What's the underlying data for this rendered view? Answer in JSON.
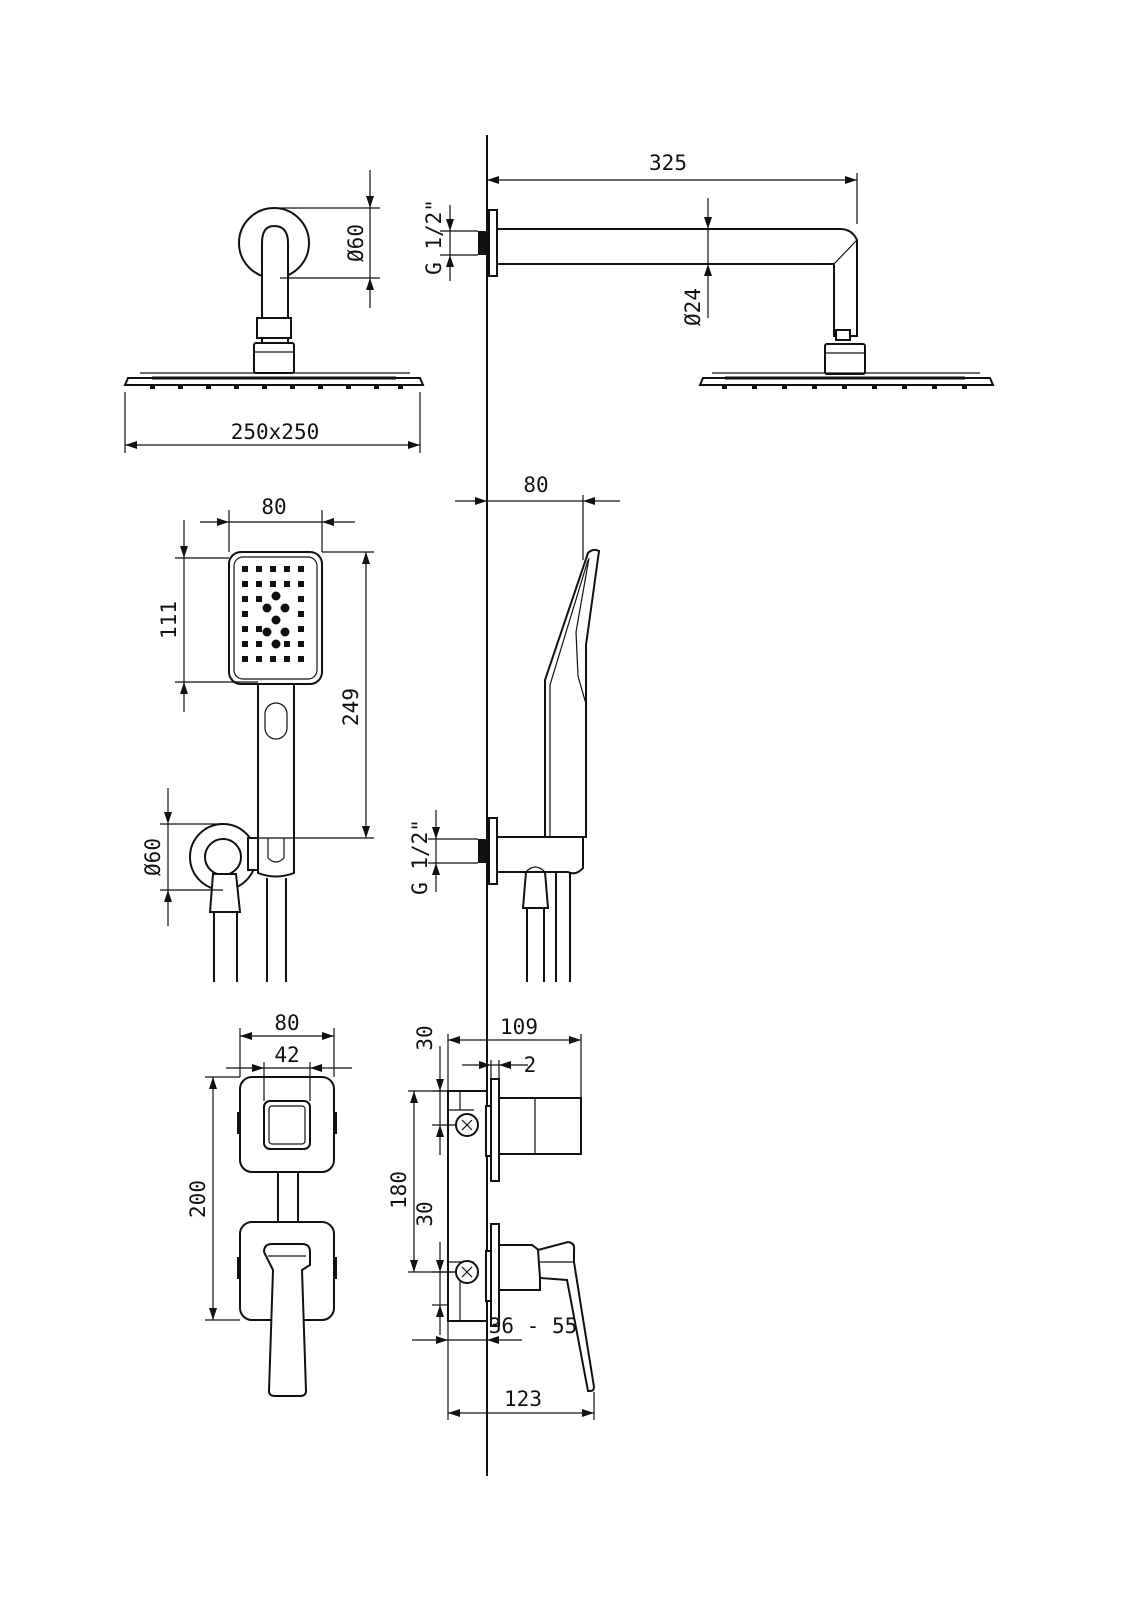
{
  "dimensions": {
    "overhead_flange_diameter": "Ø60",
    "overhead_head_size": "250x250",
    "arm_length": "325",
    "arm_thread": "G 1/2\"",
    "arm_diameter": "Ø24",
    "hand_width_front": "80",
    "hand_head_length": "111",
    "hand_total_length": "249",
    "hand_holder_diameter": "Ø60",
    "hand_depth_side": "80",
    "hand_outlet_thread": "G 1/2\"",
    "mixer_plate_width": "80",
    "mixer_knob_width": "42",
    "mixer_total_height": "200",
    "mixer_depth_upper": "109",
    "mixer_plate_gap": "2",
    "mixer_offset_top": "30",
    "mixer_offset_bottom": "30",
    "mixer_axis_spacing": "180",
    "mixer_wall_range": "36 - 55",
    "mixer_depth_lower": "123"
  }
}
